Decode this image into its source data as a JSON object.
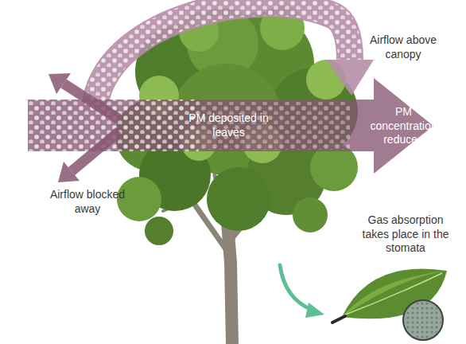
{
  "diagram": {
    "labels": [
      "Airflow above canopy",
      "PM deposited in leaves",
      "PM concentration reduced",
      "Airflow blocked away",
      "Gas absorption takes place in the stomata"
    ]
  }
}
